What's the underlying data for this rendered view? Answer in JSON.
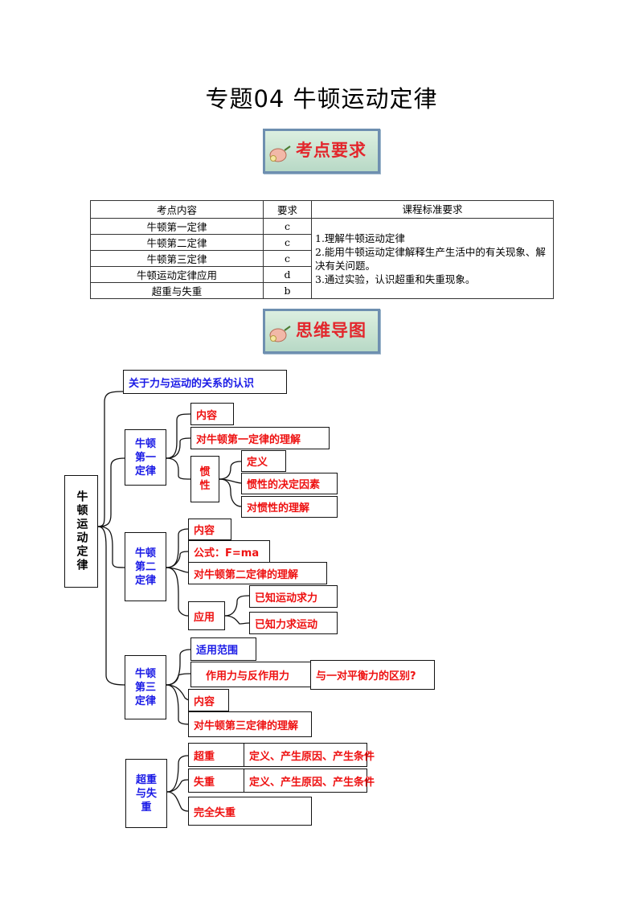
{
  "page_title": "专题04 牛顿运动定律",
  "banner1": "考点要求",
  "banner2": "思维导图",
  "table": {
    "headers": [
      "考点内容",
      "要求",
      "课程标准要求"
    ],
    "rows": [
      {
        "topic": "牛顿第一定律",
        "level": "c"
      },
      {
        "topic": "牛顿第二定律",
        "level": "c"
      },
      {
        "topic": "牛顿第三定律",
        "level": "c"
      },
      {
        "topic": "牛顿运动定律应用",
        "level": "d"
      },
      {
        "topic": "超重与失重",
        "level": "b"
      }
    ],
    "standard_lines": [
      "1.理解牛顿运动定律",
      "2.能用牛顿运动定律解释生产生活中的有关现象、解决有关问题。",
      "3.通过实验，认识超重和失重现象。"
    ]
  },
  "mindmap": {
    "root": "牛顿运动定律",
    "relation": "关于力与运动的关系的认识",
    "law1": {
      "label": "牛顿第一定律",
      "content": "内容",
      "understanding": "对牛顿第一定律的理解",
      "inertia": "惯性",
      "inertia_items": [
        "定义",
        "惯性的决定因素",
        "对惯性的理解"
      ]
    },
    "law2": {
      "label": "牛顿第二定律",
      "content": "内容",
      "formula": "公式：F=ma",
      "understanding": "对牛顿第二定律的理解",
      "application": "应用",
      "application_items": [
        "已知运动求力",
        "已知力求运动"
      ]
    },
    "law3": {
      "label": "牛顿第三定律",
      "scope": "适用范围",
      "action_reaction": "作用力与反作用力",
      "difference": "与一对平衡力的区别?",
      "content": "内容",
      "understanding": "对牛顿第三定律的理解"
    },
    "weight": {
      "label": "超重与失重",
      "overweight": "超重",
      "weightless": "失重",
      "detail": "定义、产生原因、产生条件",
      "complete": "完全失重"
    }
  }
}
